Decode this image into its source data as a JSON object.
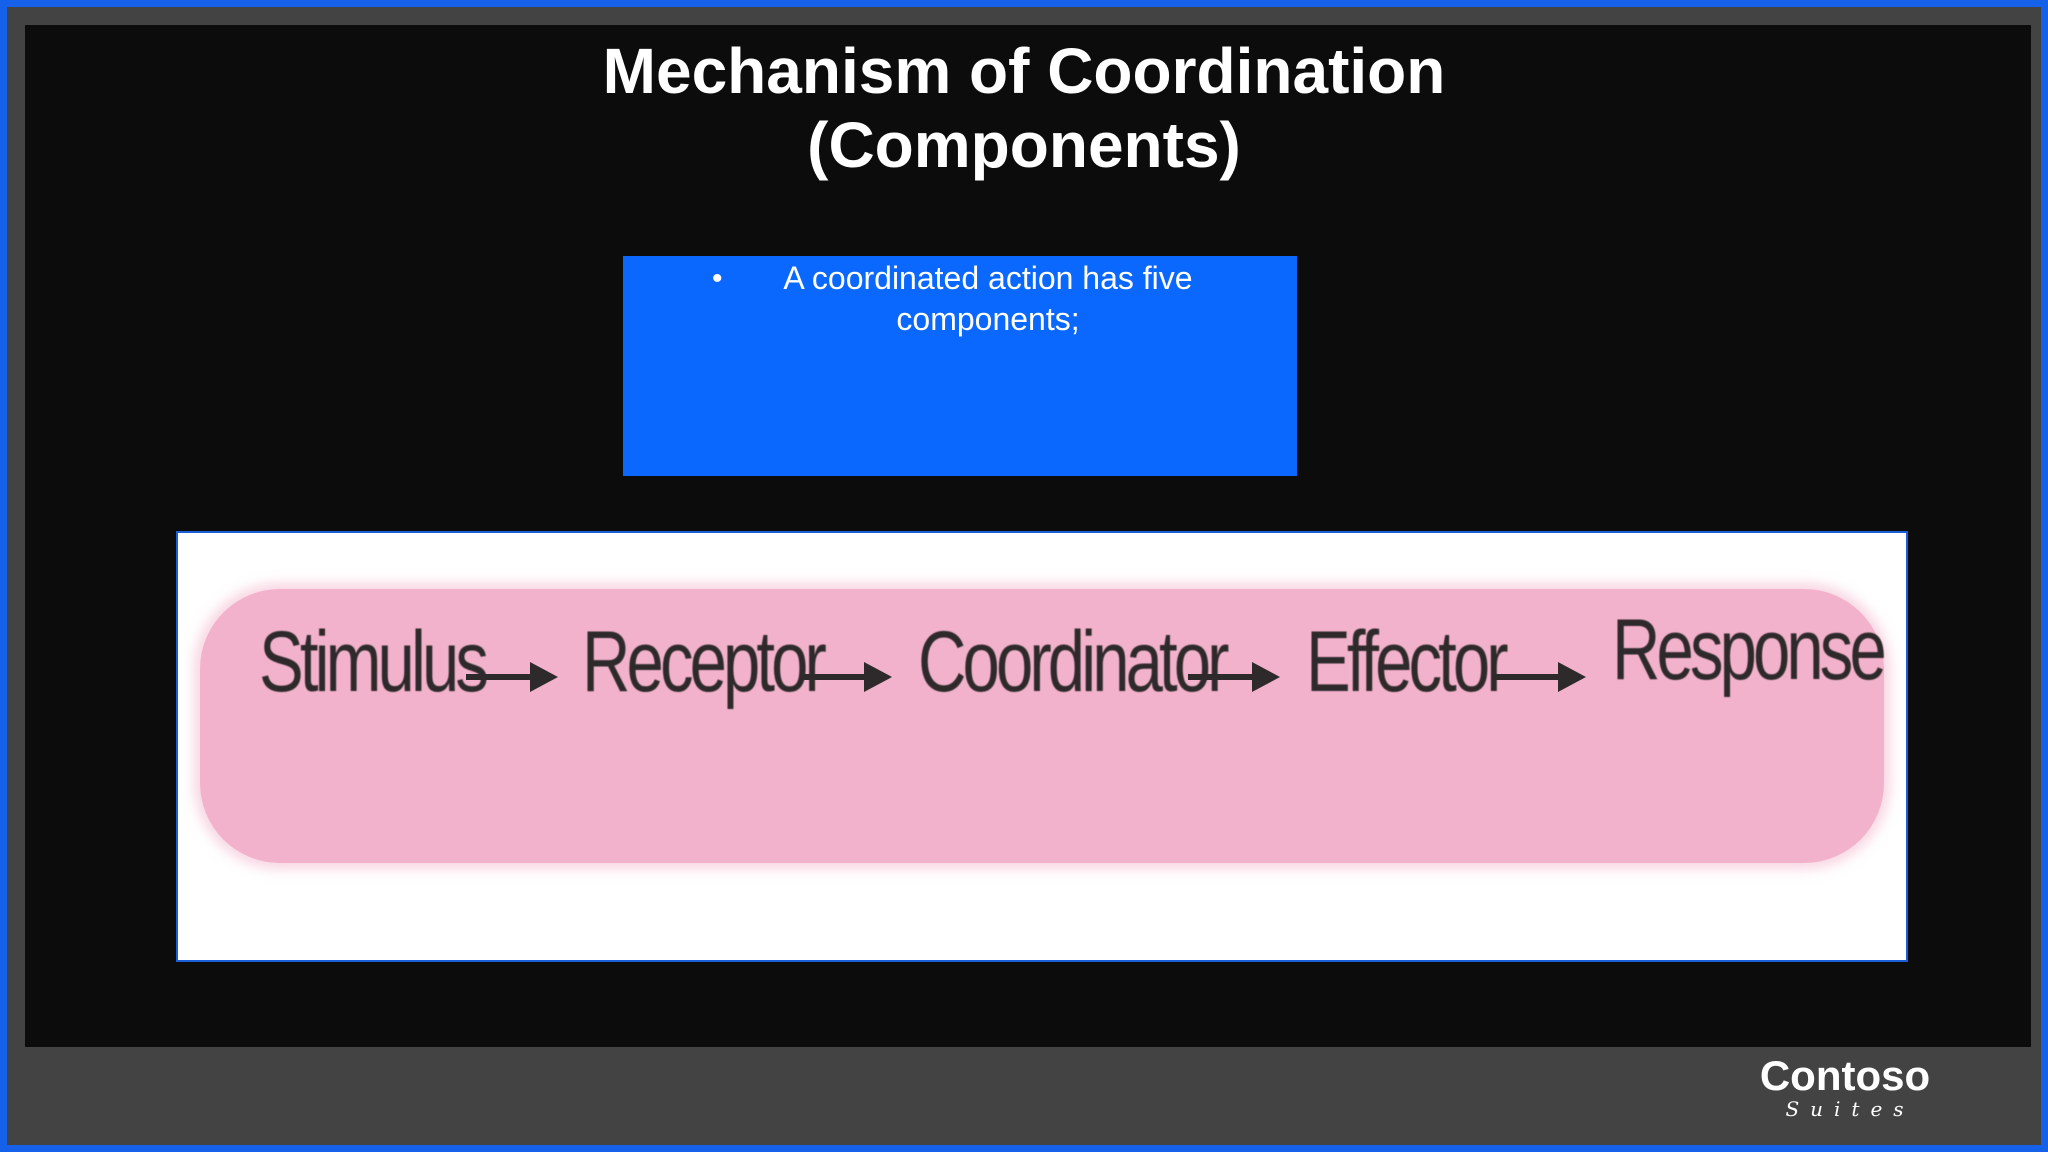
{
  "slide": {
    "title_line1": "Mechanism of Coordination",
    "title_line2": "(Components)"
  },
  "text_box": {
    "bullet": "•",
    "text": "A coordinated action has five components;",
    "background_color": "#0a68ff"
  },
  "diagram": {
    "pill_color": "#f3b2cb",
    "steps": [
      "Stimulus",
      "Receptor",
      "Coordinator",
      "Effector",
      "Response"
    ],
    "arrow_icon": "right-arrow-icon"
  },
  "logo": {
    "name": "Contoso",
    "sub": "Suites"
  },
  "colors": {
    "frame": "#1661ea",
    "slide_bg": "#0c0c0c",
    "footer_bg": "#434343"
  }
}
